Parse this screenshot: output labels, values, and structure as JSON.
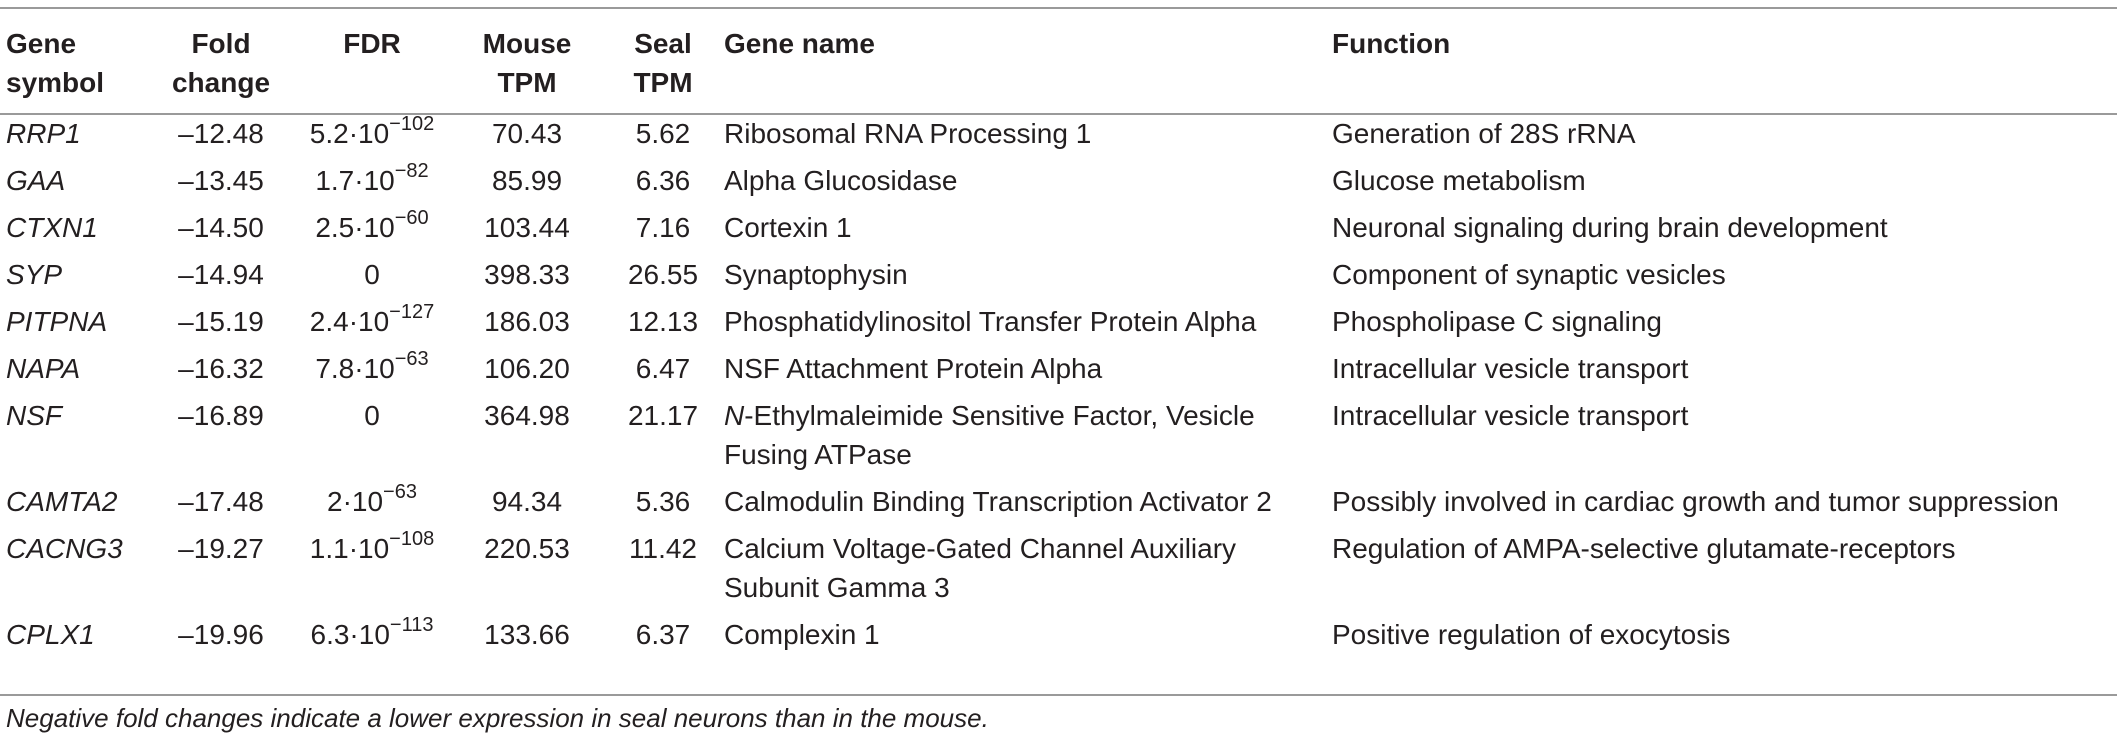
{
  "table": {
    "headers": {
      "symbol": [
        "Gene",
        "symbol"
      ],
      "fold": [
        "Fold",
        "change"
      ],
      "fdr": "FDR",
      "mouse": [
        "Mouse",
        "TPM"
      ],
      "seal": [
        "Seal",
        "TPM"
      ],
      "name": "Gene name",
      "function": "Function"
    },
    "rows": [
      {
        "symbol": "RRP1",
        "fold": "–12.48",
        "fdr_base": "5.2·10",
        "fdr_exp": "−102",
        "mouse": "70.43",
        "seal": "5.62",
        "name_line1": "Ribosomal RNA Processing 1",
        "name_line2": "",
        "function": "Generation of 28S rRNA"
      },
      {
        "symbol": "GAA",
        "fold": "–13.45",
        "fdr_base": "1.7·10",
        "fdr_exp": "−82",
        "mouse": "85.99",
        "seal": "6.36",
        "name_line1": "Alpha Glucosidase",
        "name_line2": "",
        "function": "Glucose metabolism"
      },
      {
        "symbol": "CTXN1",
        "fold": "–14.50",
        "fdr_base": "2.5·10",
        "fdr_exp": "−60",
        "mouse": "103.44",
        "seal": "7.16",
        "name_line1": "Cortexin 1",
        "name_line2": "",
        "function": "Neuronal signaling during brain development"
      },
      {
        "symbol": "SYP",
        "fold": "–14.94",
        "fdr_base": "0",
        "fdr_exp": "",
        "mouse": "398.33",
        "seal": "26.55",
        "name_line1": "Synaptophysin",
        "name_line2": "",
        "function": "Component of synaptic vesicles"
      },
      {
        "symbol": "PITPNA",
        "fold": "–15.19",
        "fdr_base": "2.4·10",
        "fdr_exp": "−127",
        "mouse": "186.03",
        "seal": "12.13",
        "name_line1": "Phosphatidylinositol Transfer Protein Alpha",
        "name_line2": "",
        "function": "Phospholipase C signaling"
      },
      {
        "symbol": "NAPA",
        "fold": "–16.32",
        "fdr_base": "7.8·10",
        "fdr_exp": "−63",
        "mouse": "106.20",
        "seal": "6.47",
        "name_line1": "NSF Attachment Protein Alpha",
        "name_line2": "",
        "function": "Intracellular vesicle transport"
      },
      {
        "symbol": "NSF",
        "fold": "–16.89",
        "fdr_base": "0",
        "fdr_exp": "",
        "mouse": "364.98",
        "seal": "21.17",
        "name_prefix": "N",
        "name_line1": "-Ethylmaleimide Sensitive Factor, Vesicle",
        "name_line2": "Fusing ATPase",
        "function": "Intracellular vesicle transport"
      },
      {
        "symbol": "CAMTA2",
        "fold": "–17.48",
        "fdr_base": "2·10",
        "fdr_exp": "−63",
        "mouse": "94.34",
        "seal": "5.36",
        "name_line1": "Calmodulin Binding Transcription Activator 2",
        "name_line2": "",
        "function": "Possibly involved in cardiac growth and tumor suppression"
      },
      {
        "symbol": "CACNG3",
        "fold": "–19.27",
        "fdr_base": "1.1·10",
        "fdr_exp": "−108",
        "mouse": "220.53",
        "seal": "11.42",
        "name_line1": "Calcium Voltage-Gated Channel Auxiliary",
        "name_line2": "Subunit Gamma 3",
        "function": "Regulation of AMPA-selective glutamate-receptors"
      },
      {
        "symbol": "CPLX1",
        "fold": "–19.96",
        "fdr_base": "6.3·10",
        "fdr_exp": "−113",
        "mouse": "133.66",
        "seal": "6.37",
        "name_line1": "Complexin 1",
        "name_line2": "",
        "function": "Positive regulation of exocytosis"
      }
    ]
  },
  "footnote": "Negative fold changes indicate a lower expression in seal neurons than in the mouse."
}
